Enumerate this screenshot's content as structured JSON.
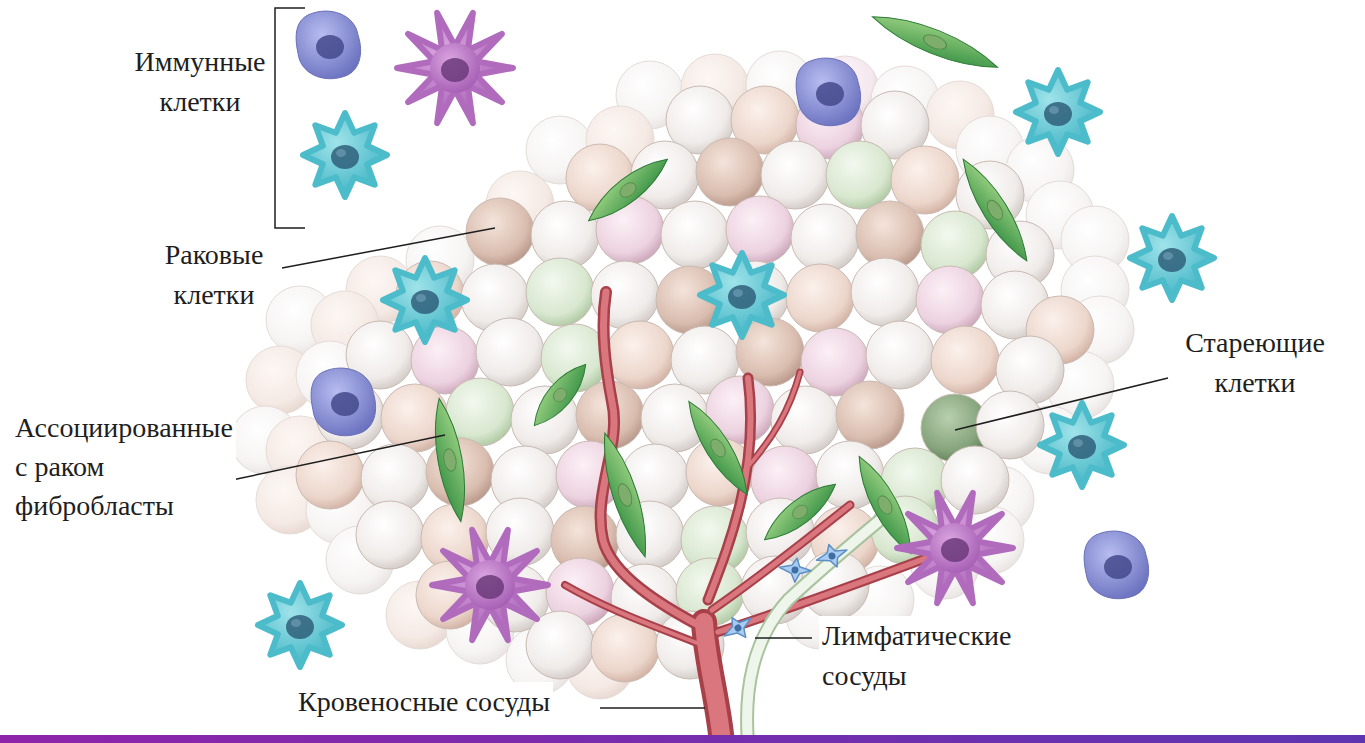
{
  "diagram": {
    "labels": [
      "Иммунные клетки",
      "Раковые клетки",
      "Стареющие клетки",
      "Ассоциированные с раком фибробласты",
      "Лимфатические сосуды",
      "Кровеносные сосуды"
    ]
  }
}
